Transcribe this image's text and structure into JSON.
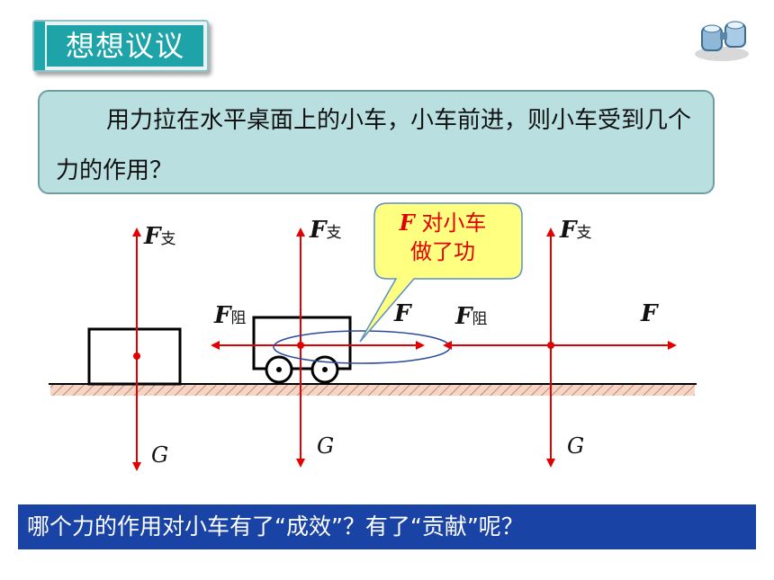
{
  "header": {
    "title": "想想议议"
  },
  "question": {
    "text": "用力拉在水平桌面上的小车，小车前进，则小车受到几个力的作用？"
  },
  "callout": {
    "var": "F",
    "line1_rest": " 对小车",
    "line2": "做了功"
  },
  "labels": {
    "support_var": "F",
    "support_sub": "支",
    "friction_var": "F",
    "friction_sub": "阻",
    "pull_var": "F",
    "gravity_var": "G"
  },
  "footer": {
    "text": "哪个力的作用对小车有了“成效”？有了“贡献”呢？"
  },
  "colors": {
    "teal": "#1ea3a9",
    "red": "#e30000",
    "blue": "#1a43a6"
  },
  "icons": [
    "binoculars-icon"
  ]
}
